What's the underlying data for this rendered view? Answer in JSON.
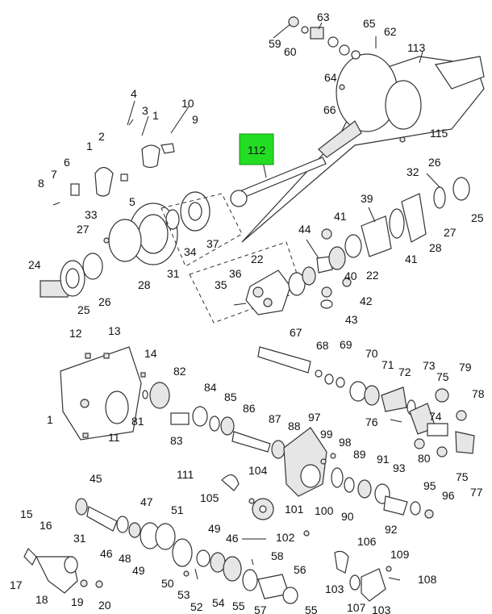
{
  "highlight_color": "#22dd22",
  "highlight_label": "112",
  "labels": [
    "59",
    "60",
    "63",
    "65",
    "62",
    "64",
    "113",
    "66",
    "115",
    "4",
    "3",
    "1",
    "10",
    "9",
    "2",
    "1",
    "6",
    "7",
    "8",
    "5",
    "112",
    "32",
    "26",
    "39",
    "25",
    "27",
    "28",
    "41",
    "44",
    "22",
    "41",
    "40",
    "33",
    "27",
    "24",
    "25",
    "26",
    "28",
    "31",
    "34",
    "37",
    "36",
    "35",
    "22",
    "42",
    "43",
    "12",
    "13",
    "14",
    "1",
    "82",
    "81",
    "83",
    "84",
    "85",
    "86",
    "11",
    "67",
    "68",
    "69",
    "70",
    "71",
    "72",
    "73",
    "75",
    "79",
    "78",
    "76",
    "74",
    "80",
    "75",
    "77",
    "87",
    "88",
    "97",
    "99",
    "98",
    "89",
    "91",
    "93",
    "95",
    "96",
    "90",
    "92",
    "111",
    "104",
    "105",
    "101",
    "100",
    "45",
    "47",
    "51",
    "15",
    "16",
    "31",
    "46",
    "48",
    "49",
    "17",
    "18",
    "19",
    "20",
    "49",
    "46",
    "102",
    "58",
    "50",
    "53",
    "52",
    "54",
    "55",
    "56",
    "57",
    "55",
    "106",
    "109",
    "108",
    "103",
    "107",
    "103"
  ]
}
